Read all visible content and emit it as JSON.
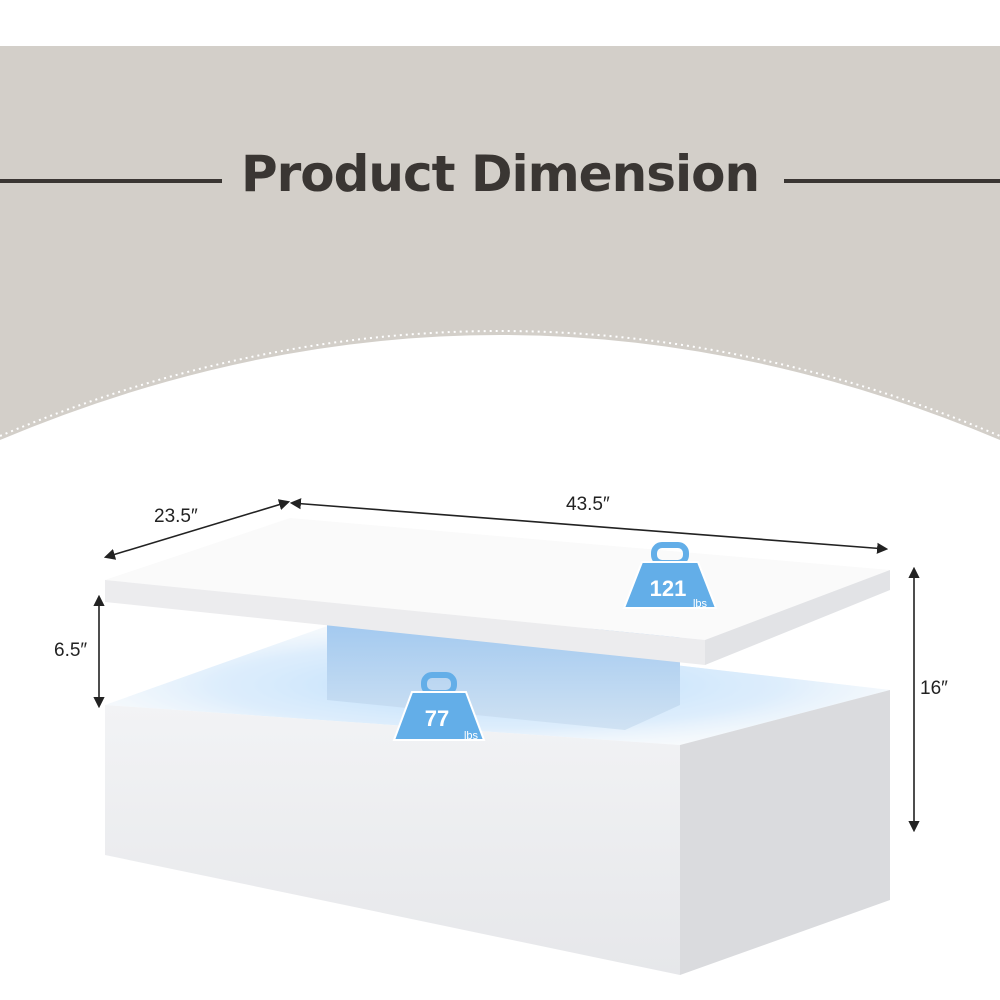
{
  "title": "Product Dimension",
  "dimensions": {
    "depth": "23.5″",
    "width": "43.5″",
    "shelf_gap": "6.5″",
    "height": "16″"
  },
  "capacity": {
    "top": {
      "value": "121",
      "unit": "lbs"
    },
    "bottom": {
      "value": "77",
      "unit": "lbs"
    }
  },
  "colors": {
    "banner": "#d3cfc9",
    "title": "#3a3633",
    "weight_icon": "#63aee8",
    "led_glow": "#8ec9ff"
  }
}
